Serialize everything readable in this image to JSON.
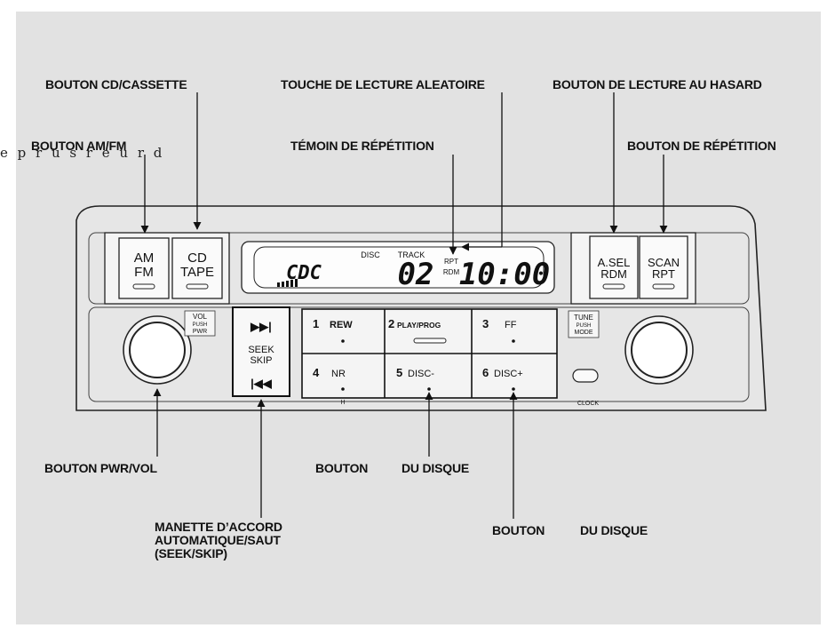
{
  "callouts": {
    "cd_cassette": "BOUTON CD/CASSETTE",
    "random_play_key": "TOUCHE DE LECTURE ALEATOIRE",
    "random_play_button": "BOUTON DE LECTURE AU HASARD",
    "am_fm": "BOUTON AM/FM",
    "repeat_indicator": "TÉMOIN DE RÉPÉTITION",
    "repeat_button": "BOUTON DE RÉPÉTITION",
    "pwr_vol": "BOUTON PWR/VOL",
    "bouton_left": "BOUTON",
    "du_disque_left": "DU DISQUE",
    "seek_skip_line1": "MANETTE D’ACCORD",
    "seek_skip_line2": "AUTOMATIQUE/SAUT",
    "seek_skip_line3": "(SEEK/SKIP)",
    "bouton_right": "BOUTON",
    "du_disque_right": "DU DISQUE"
  },
  "stray_text": "e p r u s r e u r d",
  "radio": {
    "am_fm": [
      "AM",
      "FM"
    ],
    "cd_tape": [
      "CD",
      "TAPE"
    ],
    "a_sel_rdm": [
      "A.SEL",
      "RDM"
    ],
    "scan_rpt": [
      "SCAN",
      "RPT"
    ],
    "vol_label": [
      "VOL",
      "PUSH",
      "PWR"
    ],
    "tune_label": [
      "TUNE",
      "PUSH",
      "MODE"
    ],
    "seek_skip": [
      "SEEK",
      "SKIP"
    ],
    "clock": "CLOCK",
    "display": {
      "mode": "CDC",
      "disc_label": "DISC",
      "track_label": "TRACK",
      "track": "02",
      "rpt": "RPT",
      "rdm": "RDM",
      "time": "10:00"
    },
    "presets": [
      {
        "num": "1",
        "label": "REW"
      },
      {
        "num": "2",
        "label": "PLAY/PROG"
      },
      {
        "num": "3",
        "label": "FF"
      },
      {
        "num": "4",
        "label": "NR"
      },
      {
        "num": "5",
        "label": "DISC-"
      },
      {
        "num": "6",
        "label": "DISC+"
      }
    ],
    "preset_h": "H"
  }
}
